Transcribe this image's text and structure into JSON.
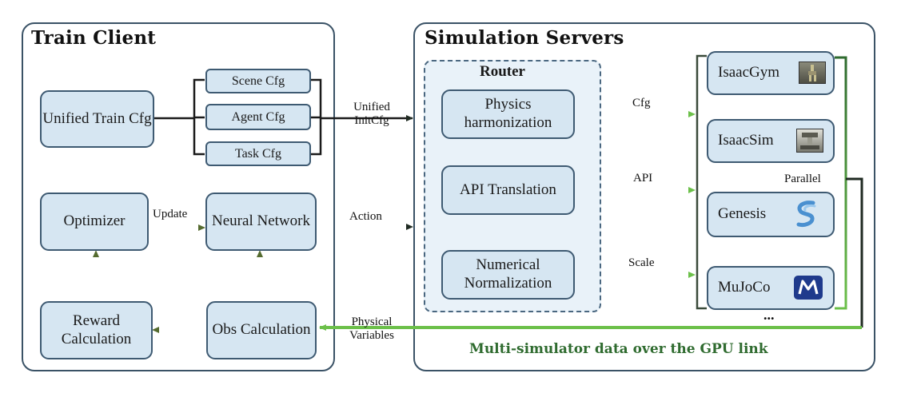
{
  "train_client": {
    "title": "Train Client",
    "unified_train_cfg": "Unified Train Cfg",
    "scene_cfg": "Scene Cfg",
    "agent_cfg": "Agent Cfg",
    "task_cfg": "Task Cfg",
    "optimizer": "Optimizer",
    "neural_network": "Neural Network",
    "reward_calculation": "Reward Calculation",
    "obs_calculation": "Obs Calculation",
    "update_label": "Update"
  },
  "edges": {
    "unified_initcfg": "Unified InitCfg",
    "action": "Action",
    "physical_variables": "Physical Variables",
    "cfg": "Cfg",
    "api": "API",
    "scale": "Scale",
    "parallel": "Parallel"
  },
  "simulation_servers": {
    "title": "Simulation Servers",
    "router": {
      "title": "Router",
      "physics_harmonization": "Physics harmonization",
      "api_translation": "API Translation",
      "numerical_normalization": "Numerical Normalization"
    },
    "simulators": [
      {
        "name": "IsaacGym",
        "icon": "isaacgym-thumbnail-icon"
      },
      {
        "name": "IsaacSim",
        "icon": "isaacsim-thumbnail-icon"
      },
      {
        "name": "Genesis",
        "icon": "genesis-swirl-icon"
      },
      {
        "name": "MuJoCo",
        "icon": "mujoco-logo-icon"
      }
    ],
    "ellipsis": "...",
    "footer": "Multi-simulator data over the GPU link"
  },
  "colors": {
    "box_fill": "#d6e6f2",
    "box_border": "#3e5a72",
    "panel_border": "#3a5266",
    "green_link": "#6cc04a",
    "dark_link": "#1f2a22",
    "footer_green": "#2f6b2f",
    "mujoco_blue": "#1f3a8c"
  }
}
